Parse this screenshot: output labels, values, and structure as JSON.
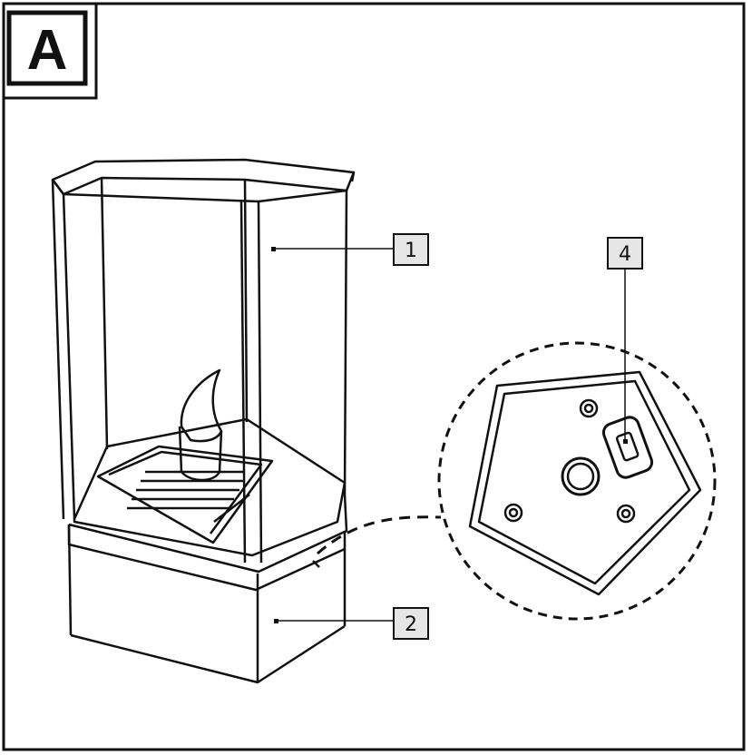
{
  "figure": {
    "panel_label": "A",
    "callouts": [
      {
        "id": "1",
        "label": "1"
      },
      {
        "id": "2",
        "label": "2"
      },
      {
        "id": "4",
        "label": "4"
      }
    ]
  },
  "colors": {
    "line": "#111111",
    "callout_box_fill": "#e6e6e6",
    "background": "#ffffff"
  }
}
